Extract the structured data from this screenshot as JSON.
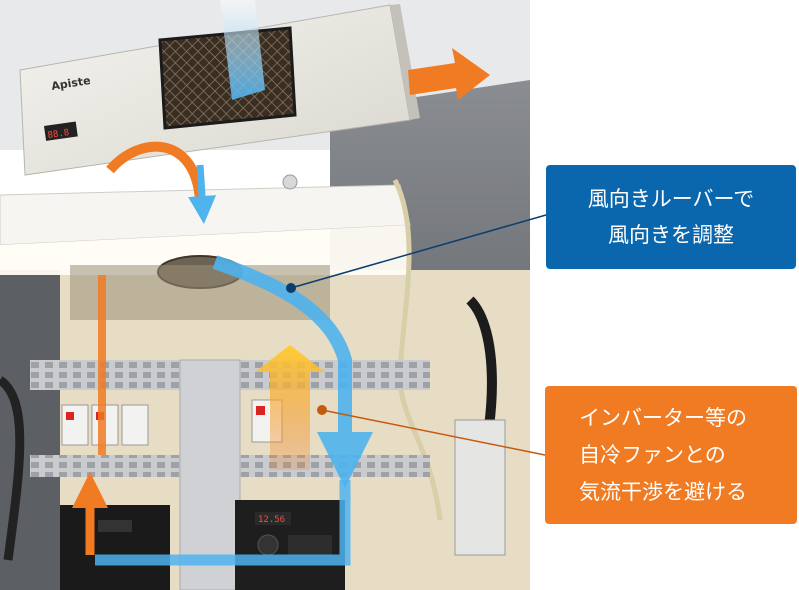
{
  "photo": {
    "unit_brand": "Apiste",
    "panel_display_readout": "88.8",
    "inverter_display_readout": "12.56"
  },
  "callouts": {
    "louver": {
      "lines": [
        "風向きルーバーで",
        "風向きを調整"
      ],
      "color": "#0a67ad"
    },
    "inverter": {
      "lines": [
        "インバーター等の",
        "自冷ファンとの",
        "気流干渉を避ける"
      ],
      "color": "#f07b22"
    }
  },
  "colors": {
    "cool_air": "#4fb3ee",
    "hot_air": "#f07b22",
    "fan_exhaust": "#ffcc33",
    "leader_line": "#0a3e6e"
  }
}
